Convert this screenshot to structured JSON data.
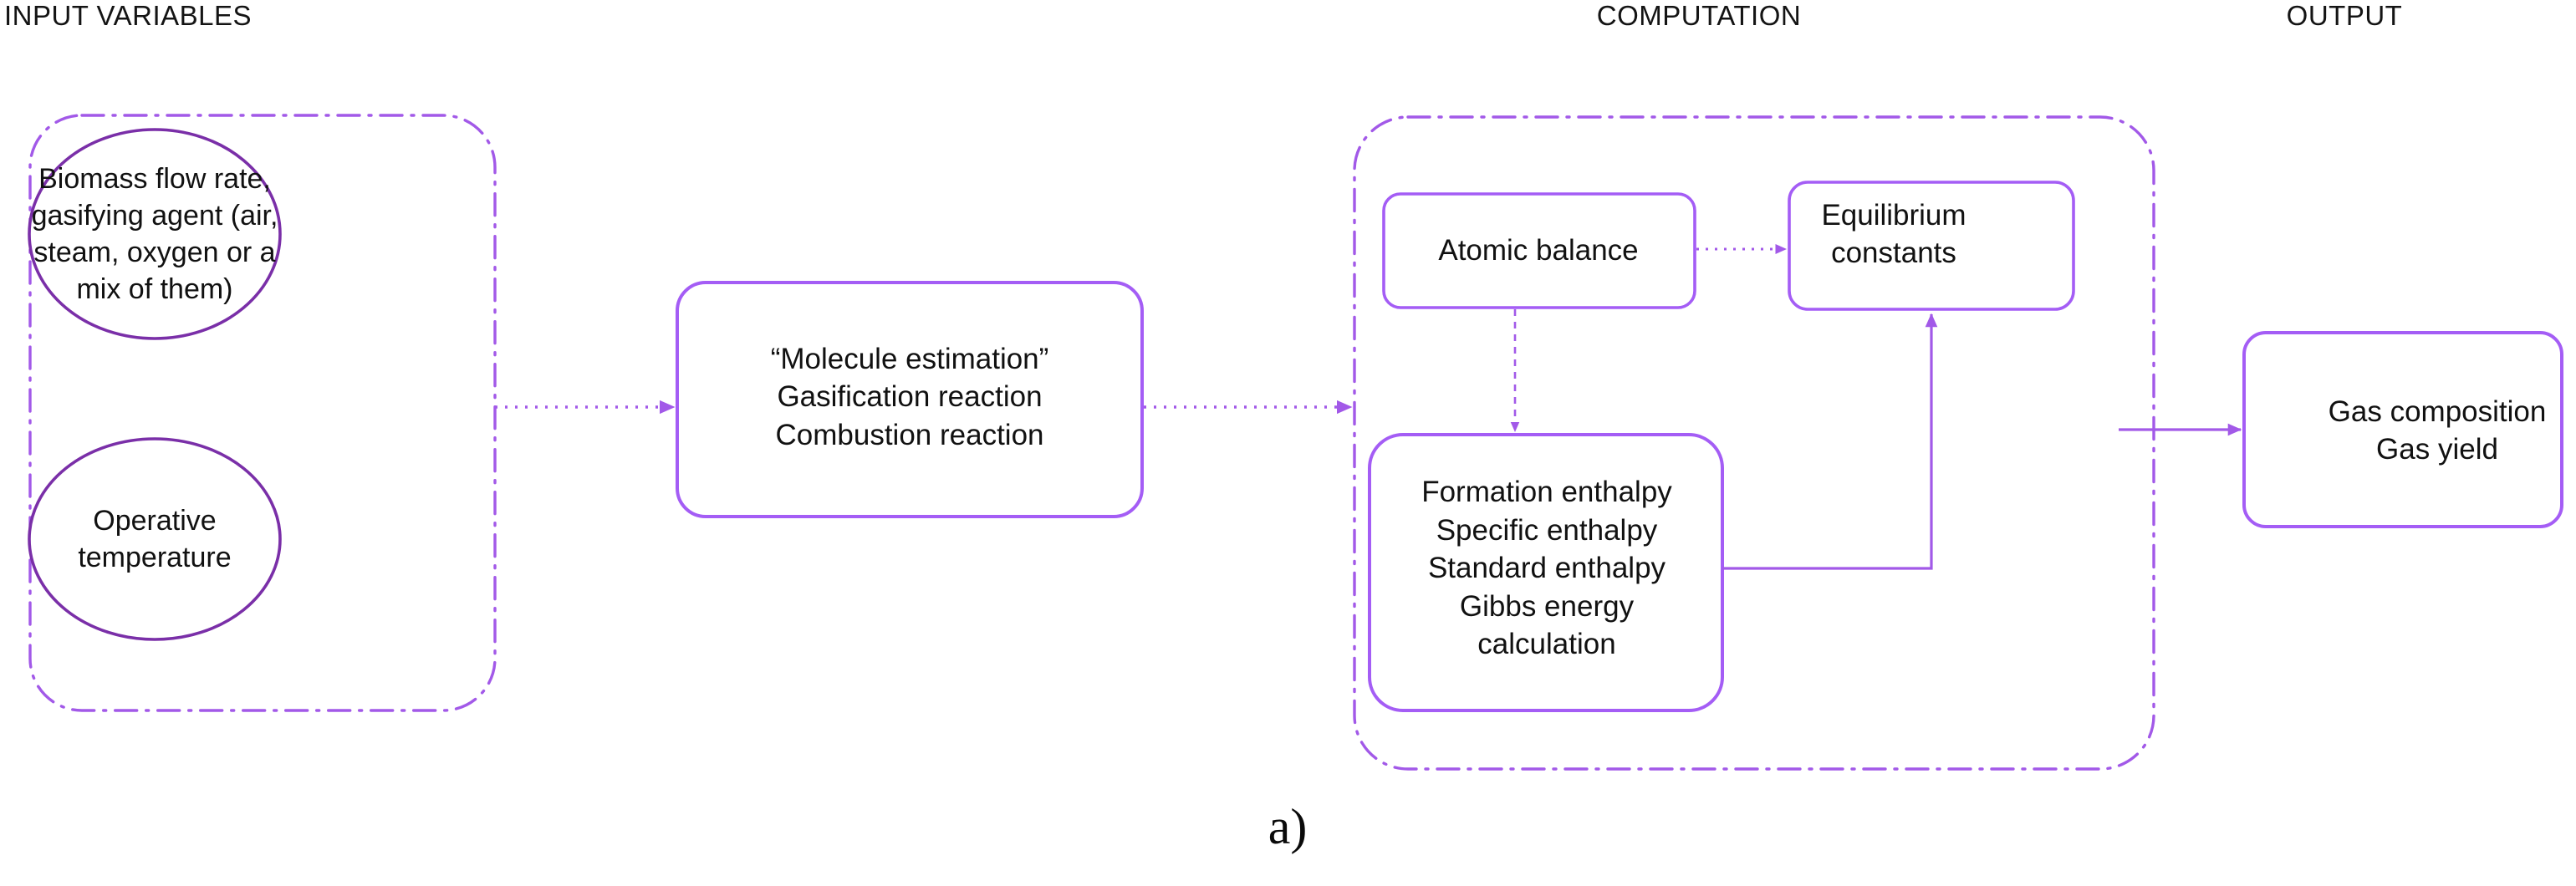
{
  "figure": {
    "label": "a)",
    "colors": {
      "group_border": "#a259e8",
      "box_border": "#a45df5",
      "ellipse_border": "#7a2fa8",
      "connector": "#a259e8",
      "text": "#111111",
      "background": "#ffffff"
    }
  },
  "headers": {
    "input": "INPUT VARIABLES",
    "computation": "COMPUTATION",
    "output": "OUTPUT"
  },
  "nodes": {
    "biomass": {
      "shape": "ellipse",
      "lines": [
        "Biomass flow rate,",
        "gasifying agent (air,",
        "steam, oxygen or a",
        "mix of them)"
      ]
    },
    "operative": {
      "shape": "ellipse",
      "lines": [
        "Operative",
        "temperature"
      ]
    },
    "molecule": {
      "shape": "rounded-rect",
      "lines": [
        "“Molecule estimation”",
        "Gasification reaction",
        "Combustion reaction"
      ]
    },
    "atomic_balance": {
      "shape": "rounded-rect",
      "lines": [
        "Atomic balance"
      ]
    },
    "equilibrium_constants": {
      "shape": "rounded-rect",
      "lines": [
        "Equilibrium",
        "constants"
      ]
    },
    "enthalpy": {
      "shape": "rounded-rect",
      "lines": [
        "Formation enthalpy",
        "Specific enthalpy",
        "Standard enthalpy",
        "Gibbs energy",
        "calculation"
      ]
    },
    "gas_output": {
      "shape": "rounded-rect",
      "lines": [
        "Gas composition",
        "Gas yield"
      ]
    }
  },
  "groups": {
    "input_group": {
      "style": "dash-dot",
      "label": "INPUT VARIABLES"
    },
    "computation_group": {
      "style": "dash-dot",
      "label": "COMPUTATION"
    }
  },
  "connectors": [
    {
      "id": "input-to-molecule",
      "from": "input_group",
      "to": "molecule",
      "style": "dotted",
      "arrow": "end"
    },
    {
      "id": "molecule-to-computation",
      "from": "molecule",
      "to": "computation_group",
      "style": "dotted",
      "arrow": "end"
    },
    {
      "id": "atomic-to-equilibrium",
      "from": "atomic_balance",
      "to": "equilibrium_constants",
      "style": "dotted",
      "arrow": "end"
    },
    {
      "id": "atomic-to-enthalpy",
      "from": "atomic_balance",
      "to": "enthalpy",
      "style": "dashed",
      "arrow": "end"
    },
    {
      "id": "enthalpy-to-equilibrium",
      "from": "enthalpy",
      "to": "equilibrium_constants",
      "style": "solid",
      "arrow": "end"
    },
    {
      "id": "computation-to-output",
      "from": "computation_group",
      "to": "gas_output",
      "style": "solid",
      "arrow": "end"
    }
  ]
}
